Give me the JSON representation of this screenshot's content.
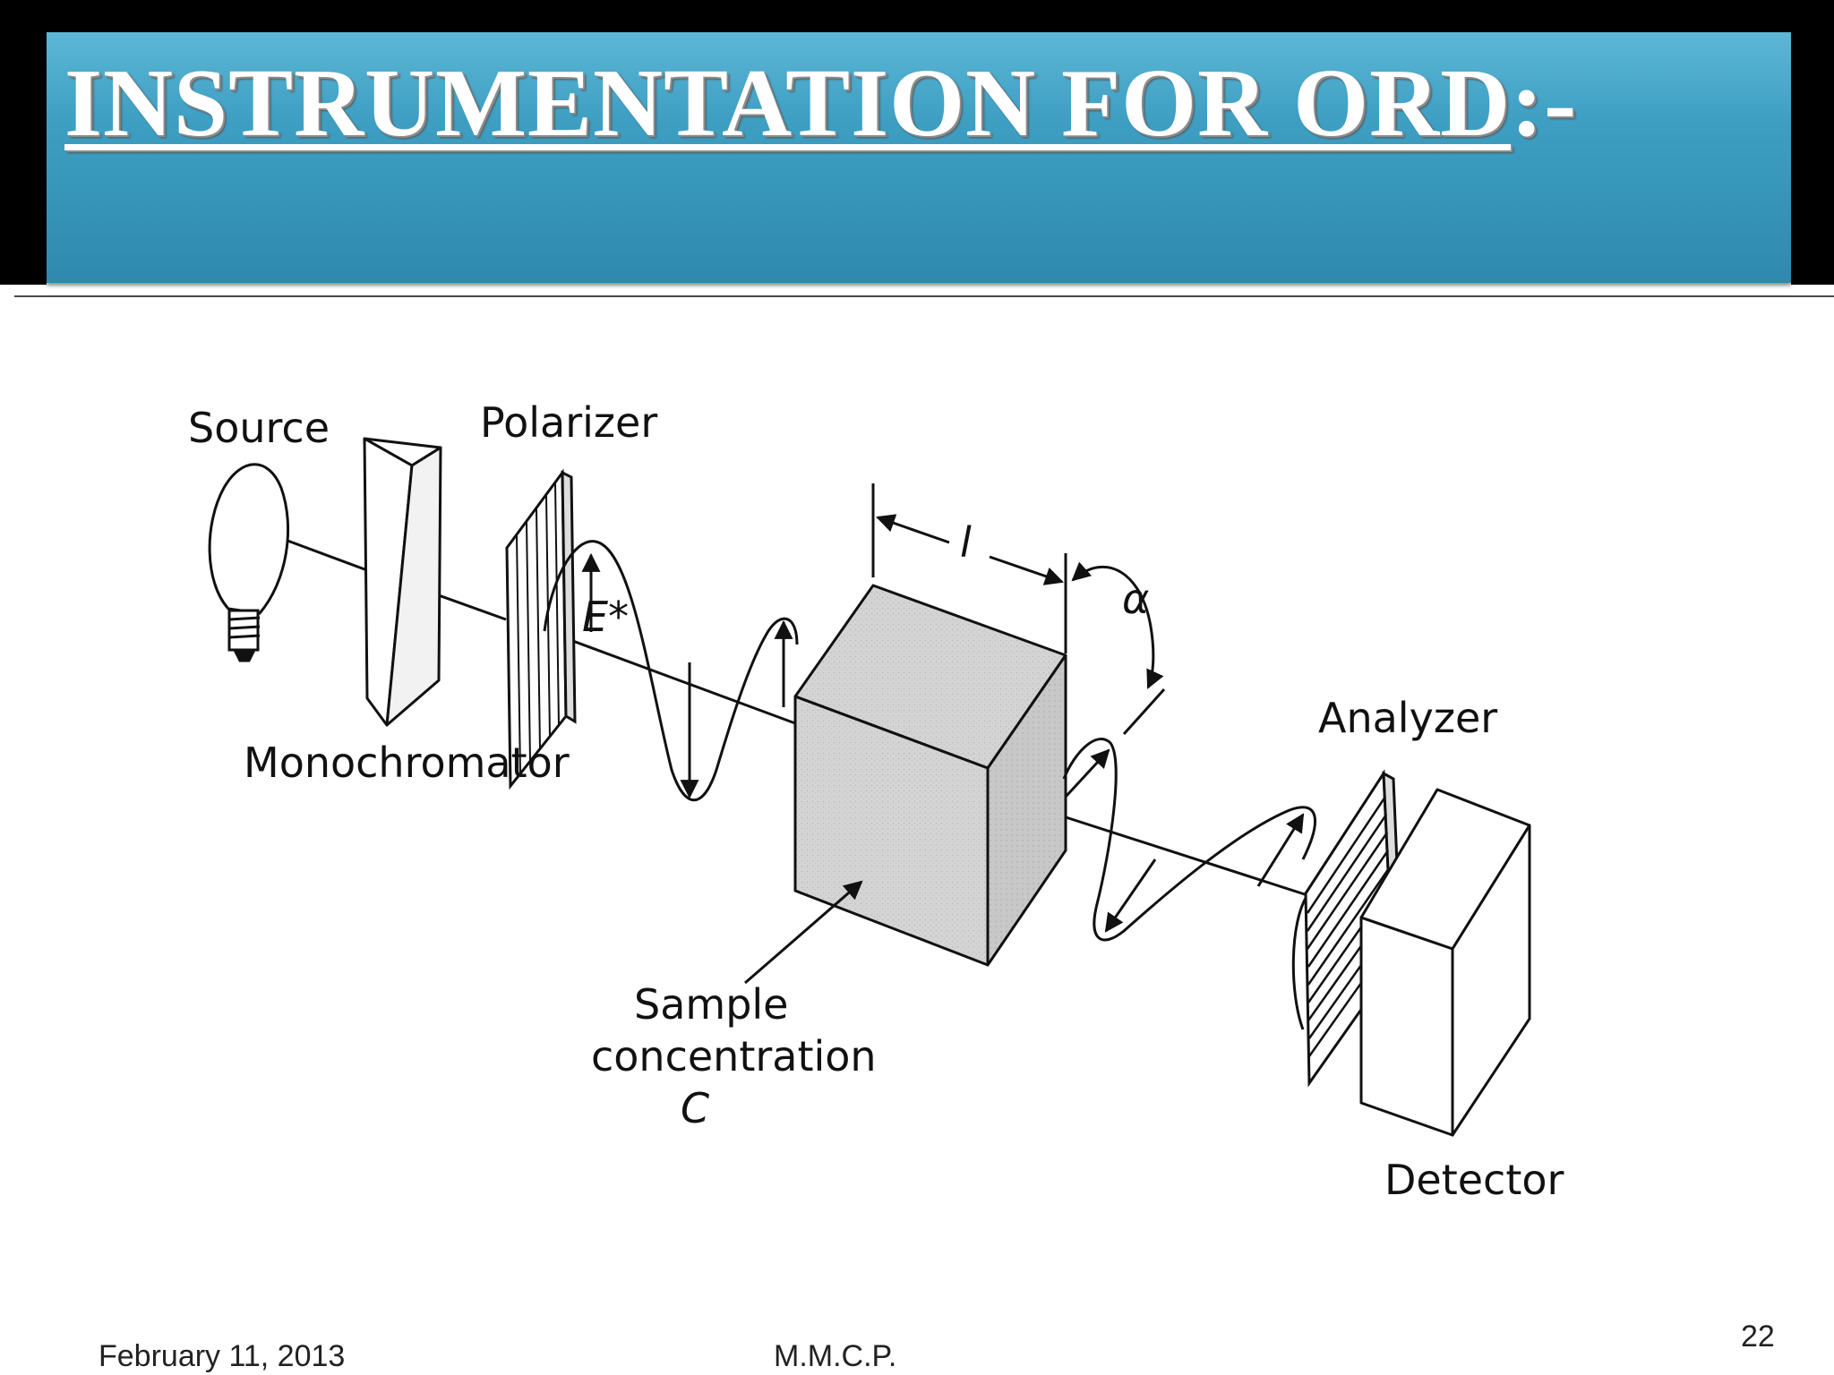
{
  "slide": {
    "title_main": "INSTRUMENTATION FOR ORD",
    "title_suffix": ":-"
  },
  "diagram": {
    "labels": {
      "source": "Source",
      "polarizer": "Polarizer",
      "monochromator": "Monochromator",
      "path_length": "l",
      "rotation_angle": "α",
      "field_vector": "E*",
      "analyzer": "Analyzer",
      "sample_line1": "Sample",
      "sample_line2": "concentration",
      "sample_line3": "C",
      "detector": "Detector"
    }
  },
  "footer": {
    "date": "February 11, 2013",
    "author": "M.M.C.P.",
    "page_number": "22"
  }
}
